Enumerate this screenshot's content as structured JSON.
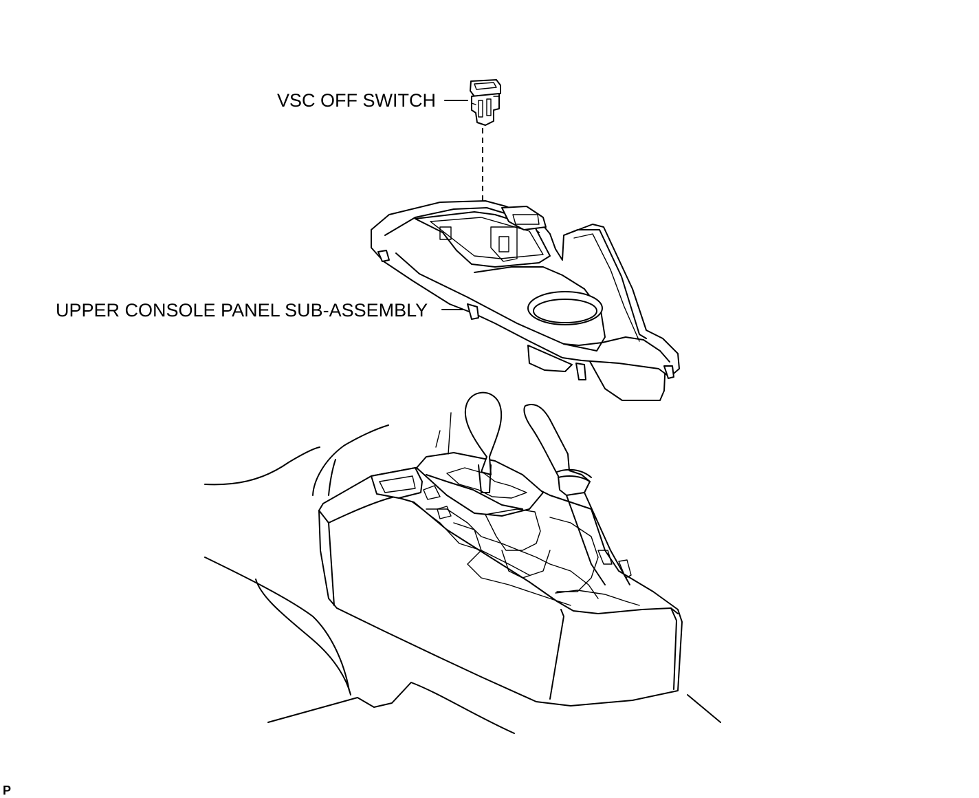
{
  "labels": {
    "vsc_off_switch": "VSC OFF SWITCH",
    "upper_console_panel": "UPPER CONSOLE PANEL SUB-ASSEMBLY",
    "corner_code": "P"
  },
  "colors": {
    "line": "#000000",
    "background": "#ffffff"
  }
}
